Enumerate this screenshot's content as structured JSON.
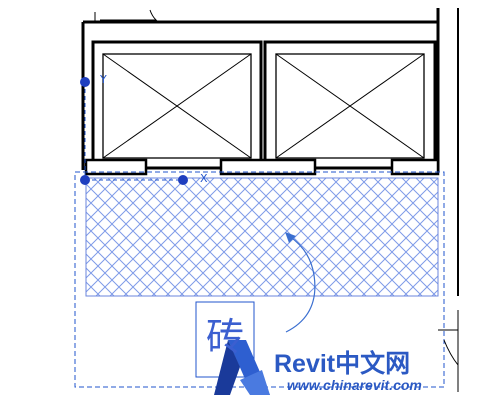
{
  "view": {
    "axis_y_label": "Y",
    "axis_x_label": "X",
    "material_symbol": "砖"
  },
  "watermark": {
    "brand": "Revit中文网",
    "url": "www.chinarevit.com",
    "logo_icon": "revit-logo-icon"
  },
  "colors": {
    "selection": "#2255cc",
    "hatch": "#7f9be8",
    "wall": "#000000",
    "brand": "#2b59c3"
  }
}
